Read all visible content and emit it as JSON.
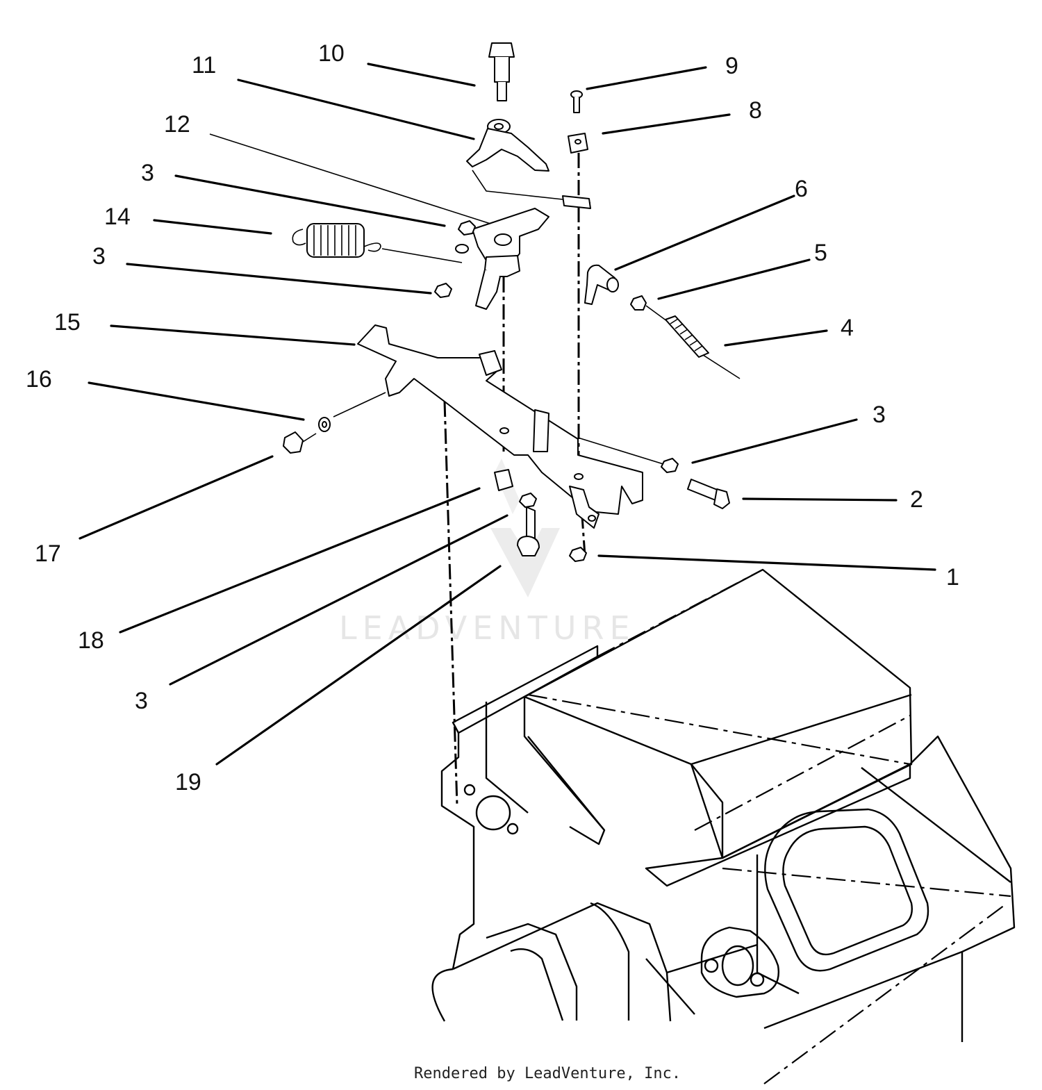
{
  "callouts": [
    {
      "id": "c10",
      "label": "10"
    },
    {
      "id": "c11",
      "label": "11"
    },
    {
      "id": "c9",
      "label": "9"
    },
    {
      "id": "c8",
      "label": "8"
    },
    {
      "id": "c12",
      "label": "12"
    },
    {
      "id": "c3a",
      "label": "3"
    },
    {
      "id": "c6",
      "label": "6"
    },
    {
      "id": "c14",
      "label": "14"
    },
    {
      "id": "c3b",
      "label": "3"
    },
    {
      "id": "c5",
      "label": "5"
    },
    {
      "id": "c15",
      "label": "15"
    },
    {
      "id": "c4",
      "label": "4"
    },
    {
      "id": "c16",
      "label": "16"
    },
    {
      "id": "c3c",
      "label": "3"
    },
    {
      "id": "c2",
      "label": "2"
    },
    {
      "id": "c17",
      "label": "17"
    },
    {
      "id": "c1",
      "label": "1"
    },
    {
      "id": "c18",
      "label": "18"
    },
    {
      "id": "c3d",
      "label": "3"
    },
    {
      "id": "c19",
      "label": "19"
    }
  ],
  "watermark": "LEADVENTURE",
  "credit": "Rendered by LeadVenture, Inc."
}
